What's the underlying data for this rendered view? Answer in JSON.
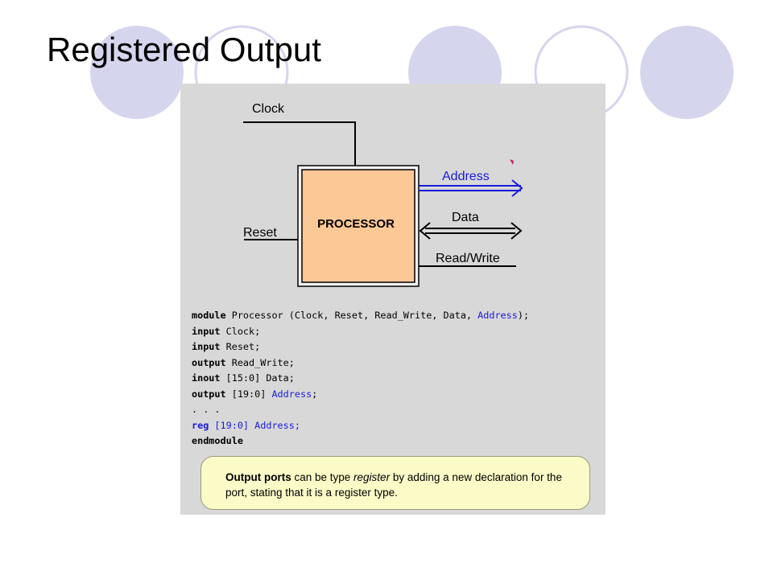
{
  "slide": {
    "title": "Registered Output"
  },
  "diagram": {
    "block_label": "PROCESSOR",
    "signals": {
      "clock": "Clock",
      "reset": "Reset",
      "address": "Address",
      "data": "Data",
      "read_write": "Read/Write"
    }
  },
  "code": {
    "line1": {
      "kw": "module",
      "text": " Processor (Clock, Reset, Read_Write, Data, ",
      "hl": "Address",
      "tail": ");"
    },
    "line2": {
      "kw": "input",
      "text": " Clock;"
    },
    "line3": {
      "kw": "input",
      "text": " Reset;"
    },
    "line4": {
      "kw": "output",
      "text": " Read_Write;"
    },
    "line5": {
      "kw": "inout",
      "text": " [15:0] Data;"
    },
    "line6": {
      "kw": "output",
      "text": " [19:0] ",
      "hl": "Address",
      "tail": ";"
    },
    "line7": {
      "text": ". . ."
    },
    "line8": {
      "kw": "reg",
      "hl": " [19:0] Address;"
    },
    "line9": {
      "kw": "endmodule"
    }
  },
  "note": {
    "strong": "Output ports",
    "text1": " can be type ",
    "em": "register",
    "text2": " by adding a new declaration for the port, stating that it is a register type."
  },
  "colors": {
    "circle_fill": "#d6d5ee",
    "circle_outline": "#d6d5ee",
    "panel_bg": "#d8d8d8",
    "processor_fill": "#fcc896",
    "address_blue": "#1a1adc",
    "note_bg": "#fbfbc8"
  }
}
